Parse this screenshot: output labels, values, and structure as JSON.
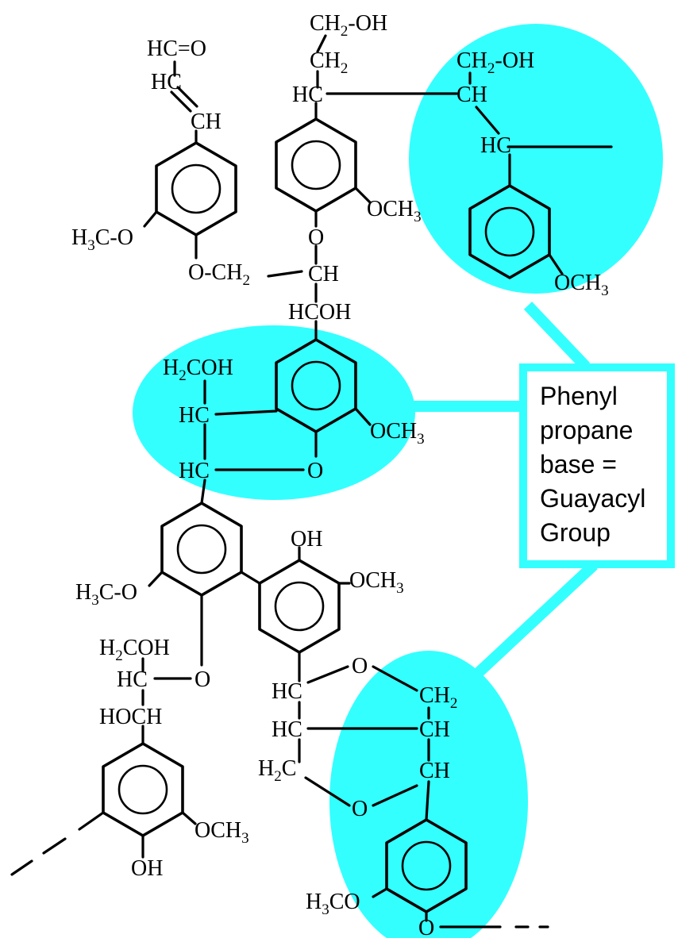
{
  "callout": {
    "lines": [
      "Phenyl",
      "propane",
      "base =",
      "Guayacyl",
      "Group"
    ]
  },
  "highlight_color": "#33ffff",
  "labels": {
    "hc_o": "HC=O",
    "hc_1": "HC",
    "ch_1": "CH",
    "h3co_1": "H3C-O",
    "o_ch2": "O-CH2",
    "ch2oh_top": "CH2-OH",
    "ch2_top": "CH2",
    "hc_top": "HC",
    "och3_1": "OCH3",
    "o_1": "O",
    "ch_2": "CH",
    "hcoh": "HCOH",
    "ch2oh_right": "CH2-OH",
    "ch_right": "CH",
    "hc_right": "HC",
    "och3_right": "OCH3",
    "h2coh_mid": "H2COH",
    "hc_mid1": "HC",
    "hc_mid2": "HC",
    "o_mid": "O",
    "och3_mid": "OCH3",
    "h3co_2": "H3C-O",
    "oh_1": "OH",
    "och3_2": "OCH3",
    "h2coh_low": "H2COH",
    "hc_low": "HC",
    "o_low": "O",
    "hoch": "HOCH",
    "och3_low": "OCH3",
    "oh_low": "OH",
    "hc_b1": "HC",
    "hc_b2": "HC",
    "h2c_b": "H2C",
    "o_b1": "O",
    "ch2_b": "CH2",
    "ch_b1": "CH",
    "ch_b2": "CH",
    "o_b2": "O",
    "h3co_b": "H3CO",
    "o_b3": "O"
  }
}
